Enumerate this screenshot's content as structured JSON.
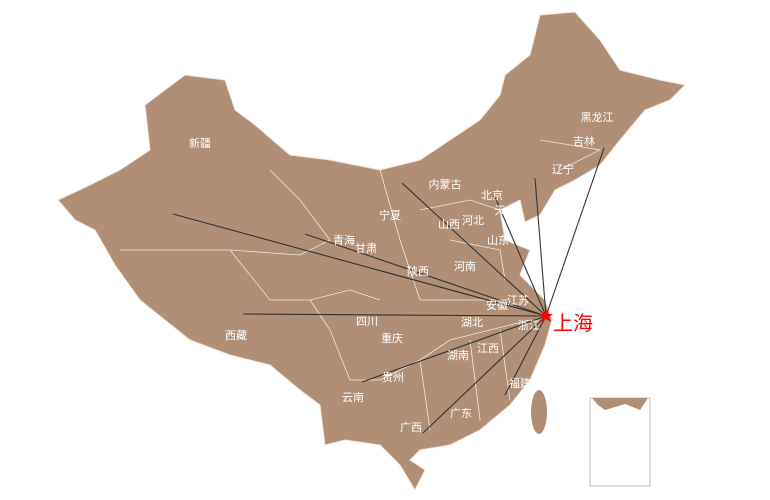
{
  "map": {
    "fill_color": "#b08f76",
    "border_color": "#f0e6dc",
    "line_color": "#333333",
    "target_color": "#ff0000",
    "target": {
      "name": "上海"
    },
    "provinces": [
      {
        "name": "新疆"
      },
      {
        "name": "西藏"
      },
      {
        "name": "青海"
      },
      {
        "name": "甘肃"
      },
      {
        "name": "宁夏"
      },
      {
        "name": "内蒙古"
      },
      {
        "name": "黑龙江"
      },
      {
        "name": "吉林"
      },
      {
        "name": "辽宁"
      },
      {
        "name": "北京"
      },
      {
        "name": "天"
      },
      {
        "name": "河北"
      },
      {
        "name": "山西"
      },
      {
        "name": "山东"
      },
      {
        "name": "河南"
      },
      {
        "name": "陕西"
      },
      {
        "name": "四川"
      },
      {
        "name": "重庆"
      },
      {
        "name": "湖北"
      },
      {
        "name": "安徽"
      },
      {
        "name": "江苏"
      },
      {
        "name": "浙江"
      },
      {
        "name": "江西"
      },
      {
        "name": "湖南"
      },
      {
        "name": "贵州"
      },
      {
        "name": "云南"
      },
      {
        "name": "广西"
      },
      {
        "name": "广东"
      },
      {
        "name": "福建"
      }
    ],
    "flows_from": [
      "新疆",
      "青海",
      "西藏",
      "内蒙古",
      "北京",
      "辽宁",
      "吉林",
      "云南",
      "广西",
      "福建"
    ]
  }
}
